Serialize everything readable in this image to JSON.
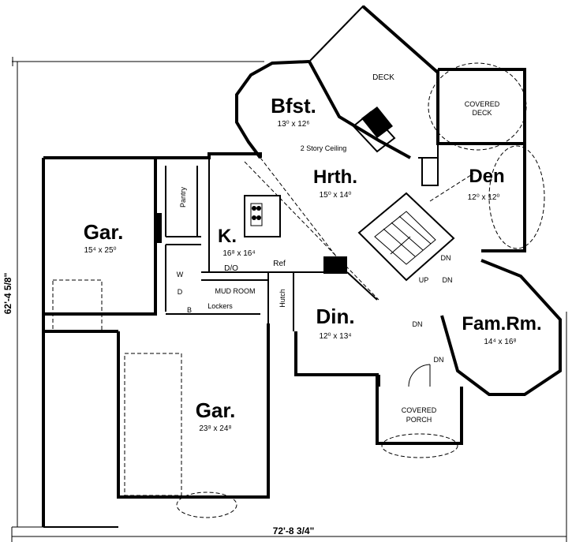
{
  "plan": {
    "overall_width": "72'-8 3/4\"",
    "overall_depth": "62'-4 5/8\"",
    "rooms": {
      "deck": {
        "name": "DECK"
      },
      "covered_deck": {
        "name_line1": "COVERED",
        "name_line2": "DECK"
      },
      "bfst": {
        "name": "Bfst.",
        "dims": "13⁰ x 12⁶"
      },
      "story_ceiling": {
        "name": "2 Story Ceiling"
      },
      "hrth": {
        "name": "Hrth.",
        "dims": "15⁰ x 14⁰"
      },
      "den": {
        "name": "Den",
        "dims": "12⁰ x 12⁰"
      },
      "kitchen": {
        "name": "K.",
        "dims": "16⁸ x 16⁴"
      },
      "pantry": {
        "name": "Pantry"
      },
      "garage1": {
        "name": "Gar.",
        "dims": "15⁴ x 25⁰"
      },
      "garage2": {
        "name": "Gar.",
        "dims": "23⁸ x 24⁸"
      },
      "mud_room": {
        "name": "MUD ROOM"
      },
      "lockers": {
        "name": "Lockers"
      },
      "din": {
        "name": "Din.",
        "dims": "12⁰ x 13⁴"
      },
      "fam_rm": {
        "name": "Fam.Rm.",
        "dims": "14⁴ x 16⁸"
      },
      "covered_porch": {
        "name_line1": "COVERED",
        "name_line2": "PORCH"
      }
    },
    "labels": {
      "do": "D/O",
      "ref": "Ref",
      "hutch": "Hutch",
      "w": "W",
      "d": "D",
      "b": "B",
      "up": "UP",
      "dn_stair": "DN",
      "dn_den": "DN",
      "dn_left": "DN",
      "dn_lower": "DN"
    }
  }
}
